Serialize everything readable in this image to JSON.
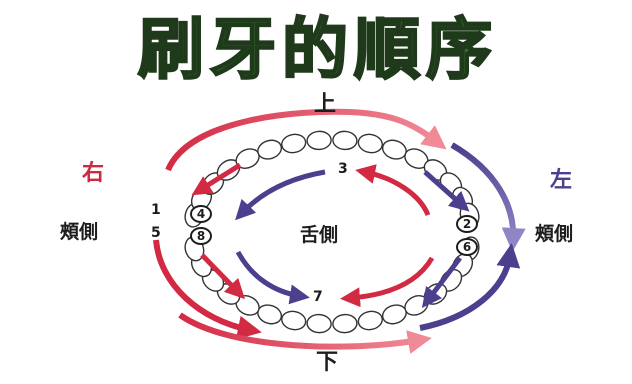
{
  "title": "刷牙的順序",
  "directions": {
    "top": "上",
    "bottom": "下",
    "left": "右",
    "right": "左"
  },
  "labels": {
    "left_buccal": "頰側",
    "right_buccal": "頰側",
    "lingual": "舌側"
  },
  "steps": {
    "s1": "1",
    "s2": "2",
    "s3": "3",
    "s4": "4",
    "s5": "5",
    "s6": "6",
    "s7": "7",
    "s8": "8"
  },
  "colors": {
    "title_fill": "#3f6b33",
    "title_stroke": "#1f3a1a",
    "red": "#d32a44",
    "purple": "#4b3f8e",
    "pink": "#f08a97",
    "lavender": "#8f86c6",
    "ink": "#1d1d1d"
  }
}
